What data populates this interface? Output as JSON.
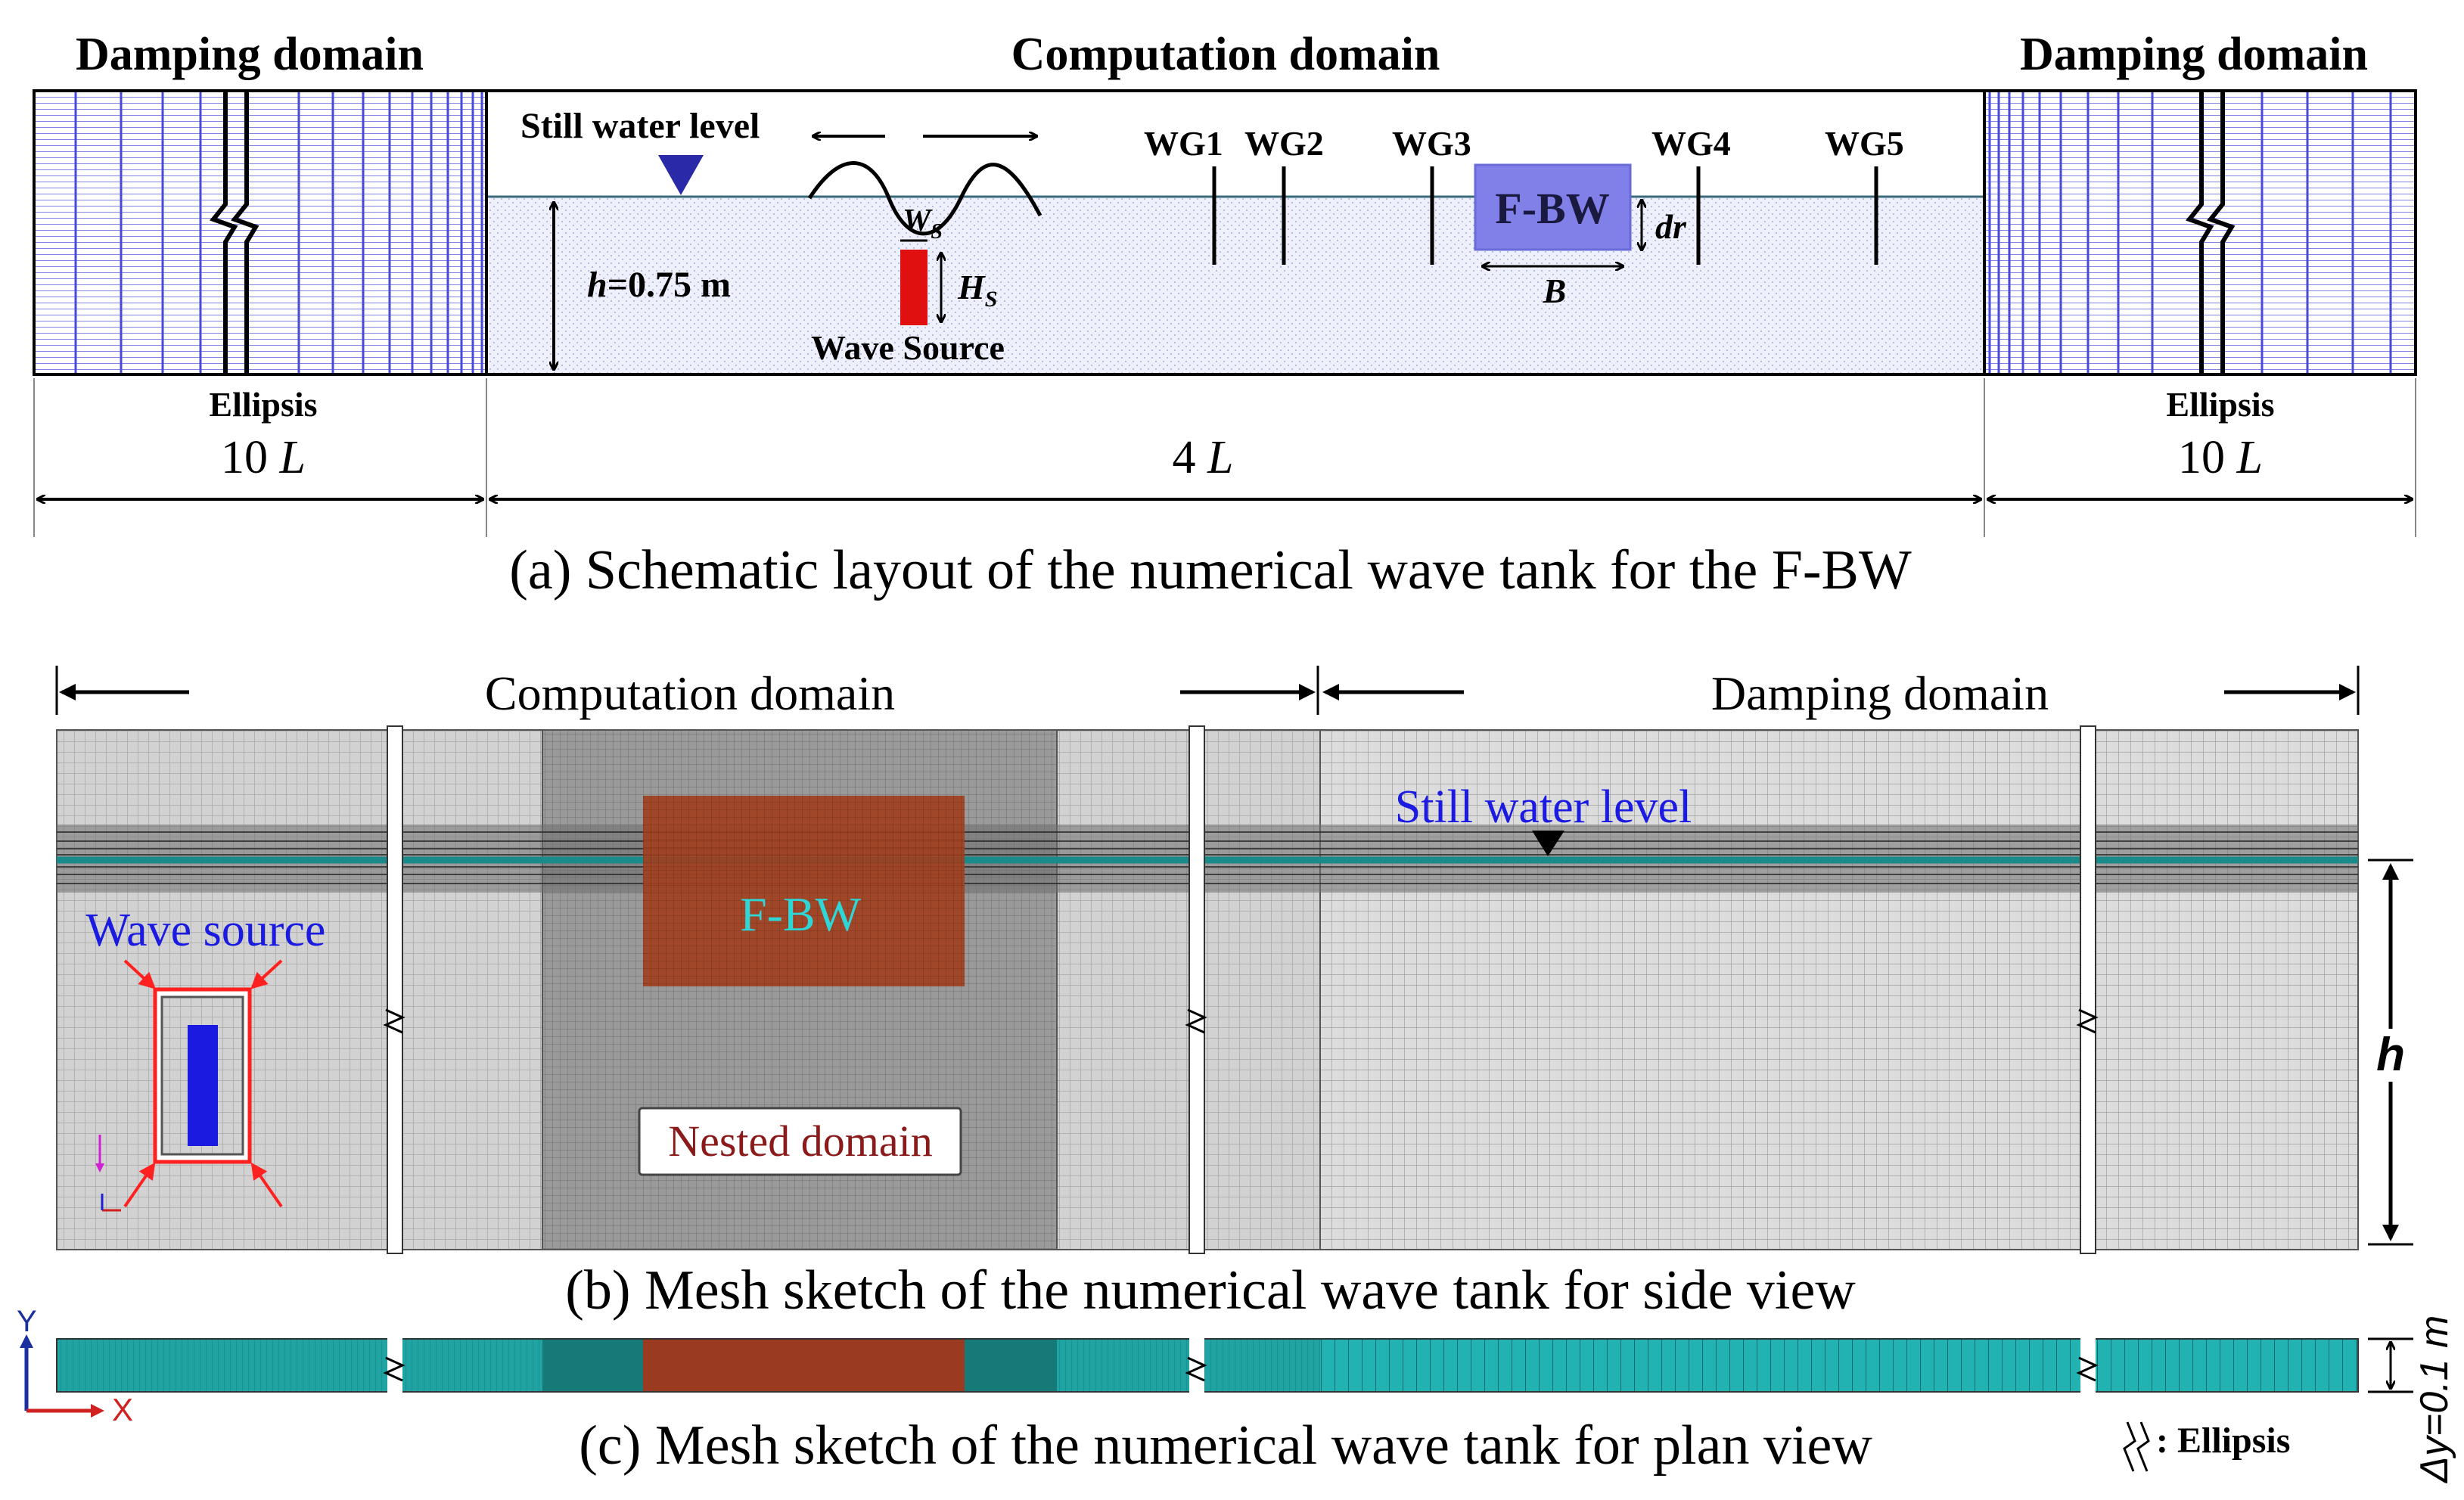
{
  "panel_a": {
    "damping_left_label": "Damping domain",
    "computation_label": "Computation domain",
    "damping_right_label": "Damping domain",
    "still_water_label": "Still water level",
    "gauges": [
      "WG1",
      "WG2",
      "WG3",
      "WG4",
      "WG5"
    ],
    "fbw_label": "F-BW",
    "dr_label": "dr",
    "b_label": "B",
    "ws_label": "W",
    "ws_sub": "S",
    "hs_label": "H",
    "hs_sub": "S",
    "h_label": "h",
    "h_value": "=0.75  m",
    "wave_source_label": "Wave Source",
    "ellipsis_left": "Ellipsis",
    "ellipsis_right": "Ellipsis",
    "dim_left": "10",
    "dim_mid": "4",
    "dim_right": "10",
    "dim_unit": "L",
    "caption": "(a) Schematic layout of the numerical wave tank for the F-BW"
  },
  "panel_b": {
    "computation_label": "Computation domain",
    "damping_label": "Damping domain",
    "still_water_label": "Still water level",
    "fbw_label": "F-BW",
    "wave_source_label": "Wave source",
    "nested_label": "Nested domain",
    "h_label": "h",
    "caption": "(b) Mesh sketch of the numerical wave tank for side view"
  },
  "panel_c": {
    "axis_y": "Y",
    "axis_x": "X",
    "dy_label": "Δy=0.1 m",
    "ellipsis_legend": ": Ellipsis",
    "caption": "(c) Mesh sketch of the numerical wave tank for plan view"
  },
  "colors": {
    "damping_lines": "#4a4ad8",
    "water_fill": "#eef0fb",
    "fbw_box": "#8080e8",
    "wave_source": "#e01010",
    "mesh_light": "#cfcfcf",
    "mesh_dark": "#8f8f8f",
    "fbw_mesh": "#9a3a20",
    "water_line": "#1a8a8a",
    "plan_teal": "#1fa3a3",
    "plan_dark_teal": "#157a78",
    "label_blue": "#1a1ae0",
    "label_cyan": "#2fd6d6",
    "nested_text": "#8b1a1a"
  }
}
